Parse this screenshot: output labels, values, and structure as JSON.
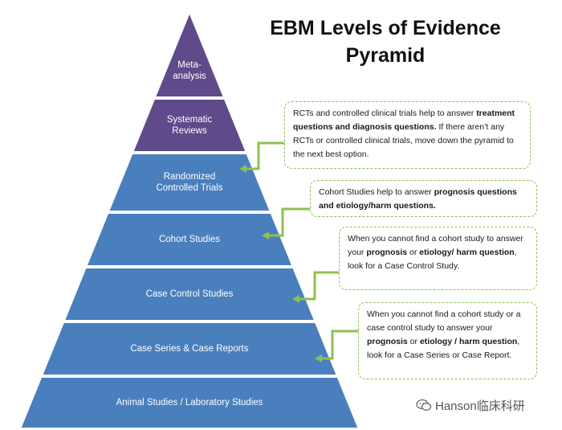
{
  "title": {
    "line1": "EBM Levels of Evidence",
    "line2": "Pyramid"
  },
  "levels": [
    {
      "label_lines": [
        "Meta-",
        "analysis"
      ],
      "color": "#5f4a8b"
    },
    {
      "label_lines": [
        "Systematic",
        "Reviews"
      ],
      "color": "#5f4a8b"
    },
    {
      "label_lines": [
        "Randomized",
        "Controlled Trials"
      ],
      "color": "#4a7fbd"
    },
    {
      "label_lines": [
        "Cohort Studies"
      ],
      "color": "#4a7fbd"
    },
    {
      "label_lines": [
        "Case Control Studies"
      ],
      "color": "#4a7fbd"
    },
    {
      "label_lines": [
        "Case Series & Case Reports"
      ],
      "color": "#4a7fbd"
    },
    {
      "label_lines": [
        "Animal Studies / Laboratory Studies"
      ],
      "color": "#4a7fbd"
    }
  ],
  "notes": [
    {
      "segments": [
        {
          "text": "RCTs and controlled clinical trials help to answer ",
          "bold": false
        },
        {
          "text": "treatment questions and diagnosis  questions.",
          "bold": true
        },
        {
          "text": " If there aren’t any RCTs or controlled clinical trials, move down the pyramid to the next best option.",
          "bold": false
        }
      ]
    },
    {
      "segments": [
        {
          "text": "Cohort Studies help to answer ",
          "bold": false
        },
        {
          "text": "prognosis questions and etiology/harm questions.",
          "bold": true
        }
      ]
    },
    {
      "segments": [
        {
          "text": "When you cannot find a cohort study to answer your ",
          "bold": false
        },
        {
          "text": "prognosis",
          "bold": true
        },
        {
          "text": "  or ",
          "bold": false
        },
        {
          "text": "etiology/ harm question",
          "bold": true
        },
        {
          "text": ", look for a Case Control Study.",
          "bold": false
        }
      ]
    },
    {
      "segments": [
        {
          "text": "When you cannot find a cohort study or a case control study to answer your ",
          "bold": false
        },
        {
          "text": "prognosis",
          "bold": true
        },
        {
          "text": "  or ",
          "bold": false
        },
        {
          "text": "etiology / harm question",
          "bold": true
        },
        {
          "text": ", look for a Case Series or Case Report.",
          "bold": false
        }
      ]
    }
  ],
  "watermark": {
    "text": "Hanson临床科研",
    "icon": "wechat-icon"
  },
  "colors": {
    "purple": "#5f4a8b",
    "blue": "#4a7fbd",
    "arrow_green": "#8cc151",
    "separator": "#ffffff"
  }
}
